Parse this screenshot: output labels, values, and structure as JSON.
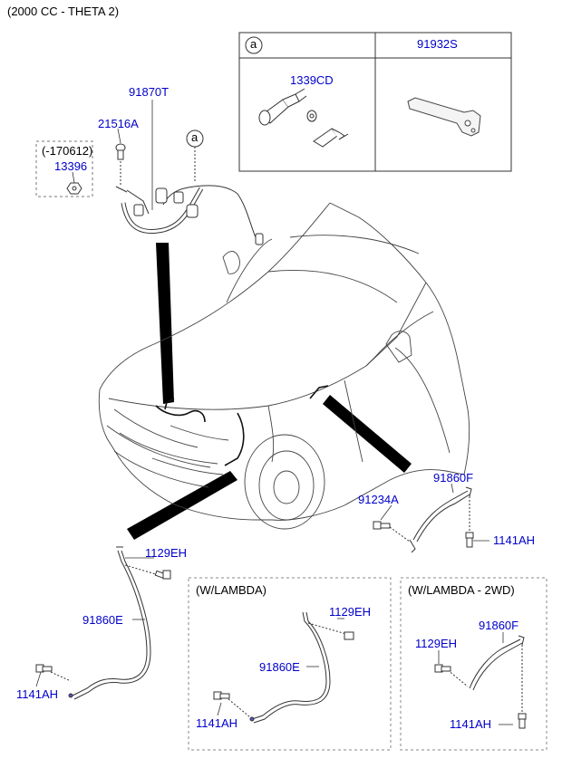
{
  "title": "(2000 CC - THETA 2)",
  "detail_box": {
    "circle_letter": "a",
    "part_left": "1339CD",
    "part_right": "91932S"
  },
  "callout_letter": "a",
  "date_box": {
    "date": "(-170612)",
    "part": "13396"
  },
  "harness": {
    "main_part": "91870T",
    "bolt_part": "21516A"
  },
  "right_group": {
    "cable": "91860F",
    "bolt_top": "91234A",
    "bolt_bottom": "1141AH"
  },
  "left_group": {
    "bolt_top": "1129EH",
    "cable": "91860E",
    "bolt_bottom": "1141AH"
  },
  "lambda_group": {
    "heading": "(W/LAMBDA)",
    "bolt_top": "1129EH",
    "cable": "91860E",
    "bolt_bottom": "1141AH"
  },
  "lambda_2wd_group": {
    "heading": "(W/LAMBDA - 2WD)",
    "cable": "91860F",
    "bolt_top": "1129EH",
    "bolt_bottom": "1141AH"
  },
  "colors": {
    "part_number": "#0000cc",
    "text": "#000000",
    "line": "#222222"
  }
}
